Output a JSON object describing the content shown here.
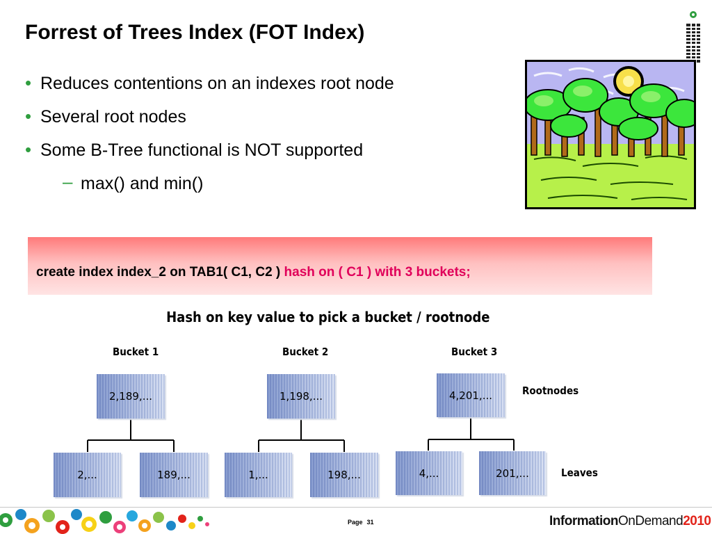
{
  "slide": {
    "title": "Forrest of Trees Index (FOT Index)",
    "bullets": [
      "Reduces contentions on an indexes root node",
      "Several root nodes",
      "Some B-Tree functional is NOT supported"
    ],
    "sub_bullets": [
      "max() and min()"
    ],
    "bullet_marker": "•",
    "sub_bullet_marker": "–"
  },
  "code": {
    "black_part": "create index index_2 on TAB1( C1, C2 ) ",
    "highlight_part": "hash on ( C1 ) with 3 buckets;"
  },
  "diagram": {
    "title": "Hash on key value to pick a bucket / rootnode",
    "buckets": [
      {
        "label": "Bucket 1",
        "root": "2,189,...",
        "leaves": [
          "2,...",
          "189,..."
        ]
      },
      {
        "label": "Bucket 2",
        "root": "1,198,...",
        "leaves": [
          "1,...",
          "198,..."
        ]
      },
      {
        "label": "Bucket 3",
        "root": "4,201,...",
        "leaves": [
          "4,...",
          "201,..."
        ]
      }
    ],
    "rootnodes_label": "Rootnodes",
    "leaves_label": "Leaves"
  },
  "footer": {
    "page_label": "Page",
    "page_number": "31",
    "brand_info": "Information",
    "brand_on": "On",
    "brand_demand": "Demand",
    "brand_year": "2010"
  },
  "logo": {
    "icon": "ibm-logo-icon"
  },
  "colors": {
    "bullet": "#2f9e3f",
    "highlight": "#e0005a",
    "brand_year": "#e2231a"
  }
}
